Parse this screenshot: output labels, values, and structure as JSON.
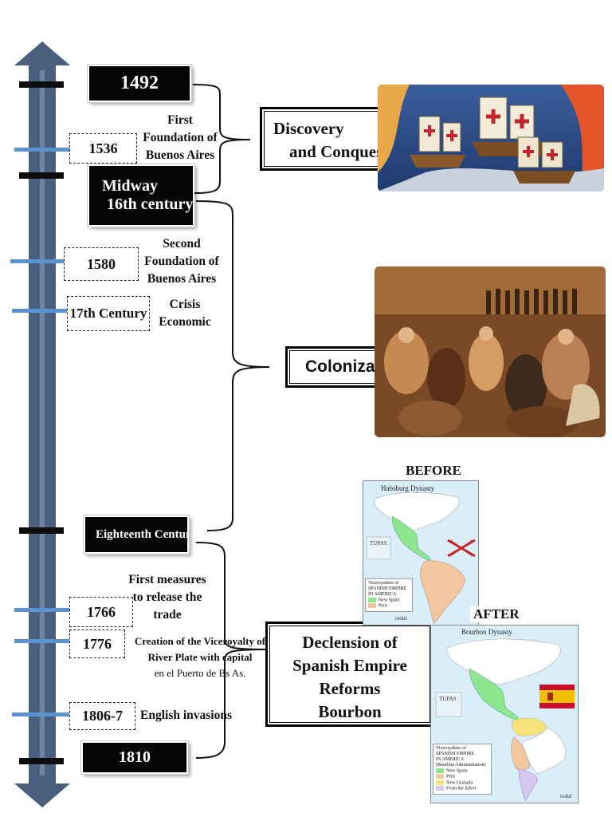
{
  "timeline": {
    "years": {
      "y1492": "1492",
      "midway_line1": "Midway",
      "midway_line2": "16th century",
      "eighteenth": "Eighteenth Century",
      "y1810": "1810"
    },
    "events": {
      "e1536_date": "1536",
      "e1536_label": [
        "First",
        "Foundation of",
        "Buenos Aires"
      ],
      "e1580_date": "1580",
      "e1580_label": [
        "Second",
        "Foundation of",
        "Buenos Aires"
      ],
      "e17c_date": "17th Century",
      "e17c_label": [
        "Crisis",
        "Economic"
      ],
      "e1766_date": "1766",
      "e1766_label": [
        "First measures",
        "to release the",
        "trade"
      ],
      "e1776_date": "1776",
      "e1776_label": [
        "Creation of the Viceroyalty of",
        "River Plate with capital",
        "en el Puerto de Bs As."
      ],
      "e1806_date": "1806-7",
      "e1806_label": "English invasions"
    }
  },
  "topics": {
    "discovery_l1": "Discovery",
    "discovery_l2": "and Conquest",
    "colonization": "Colonization",
    "declension": [
      "Declension of",
      "Spanish Empire",
      "Reforms",
      "Bourbon"
    ]
  },
  "maps": {
    "before_caption": "BEFORE",
    "after_caption": "AFTER",
    "before_title": "Habsburg Dynasty",
    "after_title": "Bourbon Dynasty",
    "before_legend_title": [
      "Viceroyalties of",
      "SPANISH EMPIRE",
      "IN AMERICA"
    ],
    "before_legend_items": [
      "New Spain",
      "Peru"
    ],
    "after_legend_title": [
      "Viceroyalties of",
      "SPANISH EMPIRE",
      "IN AMERICA",
      "(Bourbon Administration)"
    ],
    "after_legend_items": [
      "New Spain",
      "Peru",
      "New Granada",
      "From the Silver"
    ],
    "watermark": "redul",
    "inset_label": "TUPAS"
  },
  "colors": {
    "bar": "#4a5f7d",
    "blue_tick": "#5b93d1",
    "new_spain": "#8ee68e",
    "peru": "#f2c7a0",
    "new_granada": "#f6e27a",
    "silver": "#d6c7f0"
  }
}
